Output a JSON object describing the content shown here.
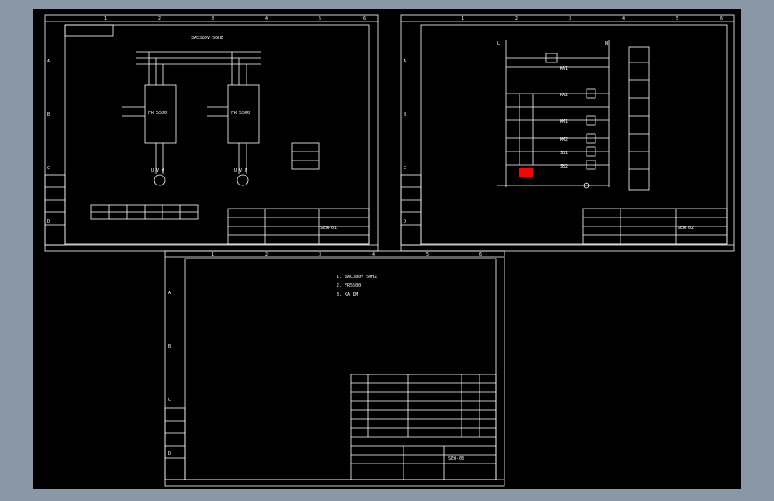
{
  "sheets": [
    {
      "id": "sheet-1",
      "title_block": "SEW-01",
      "ruler": [
        "1",
        "2",
        "3",
        "4",
        "5",
        "6"
      ],
      "zones": [
        "A",
        "B",
        "C",
        "D"
      ],
      "notes": [
        "3AC380V 50HZ",
        "FR 5500",
        "FR 5500",
        "U V W",
        "U V W"
      ]
    },
    {
      "id": "sheet-2",
      "title_block": "SEW-02",
      "ruler": [
        "1",
        "2",
        "3",
        "4",
        "5",
        "6"
      ],
      "zones": [
        "A",
        "B",
        "C",
        "D"
      ],
      "notes": [
        "L",
        "N",
        "KA1",
        "KA2",
        "KM1",
        "KM2",
        "SB1",
        "SB2"
      ]
    },
    {
      "id": "sheet-3",
      "title_block": "SEW-03",
      "ruler": [
        "1",
        "2",
        "3",
        "4",
        "5",
        "6"
      ],
      "zones": [
        "A",
        "B",
        "C",
        "D"
      ],
      "notes": [
        "1. 3AC380V 50HZ",
        "2. FR5500",
        "3. KA KM"
      ]
    }
  ],
  "colors": {
    "background": "#8a97a6",
    "canvas": "#000000",
    "line": "#ffffff",
    "highlight": "#ff0000"
  }
}
